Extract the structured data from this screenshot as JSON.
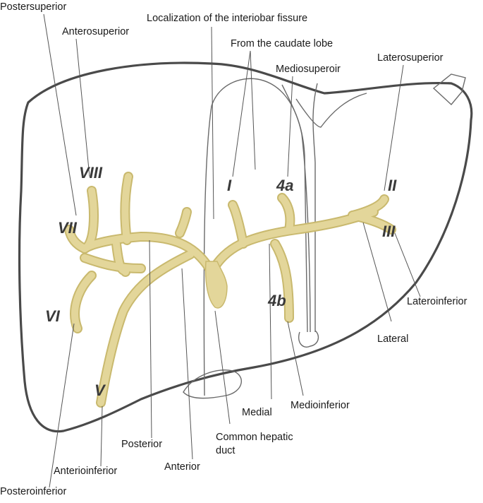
{
  "labels": {
    "postersuperior": "Postersuperior",
    "anterosuperior": "Anterosuperior",
    "interlobar_fissure": "Localization of the interiobar fissure",
    "caudate_lobe": "From the caudate lobe",
    "mediosuperoir": "Mediosuperoir",
    "laterosuperior": "Laterosuperior",
    "lateroinferior": "Lateroinferior",
    "lateral": "Lateral",
    "medioinferior": "Medioinferior",
    "medial": "Medial",
    "common_hepatic_duct_1": "Common hepatic",
    "common_hepatic_duct_2": "duct",
    "posterior": "Posterior",
    "anterior": "Anterior",
    "anterioinferior": "Anterioinferior",
    "posteroinferior": "Posteroinferior"
  },
  "segments": {
    "viii": "VIII",
    "vii": "VII",
    "vi": "VI",
    "v": "V",
    "i": "I",
    "iva": "4a",
    "ivb": "4b",
    "ii": "II",
    "iii": "III"
  },
  "colors": {
    "duct": "#e3d69a",
    "outline": "#4a4a4a"
  }
}
